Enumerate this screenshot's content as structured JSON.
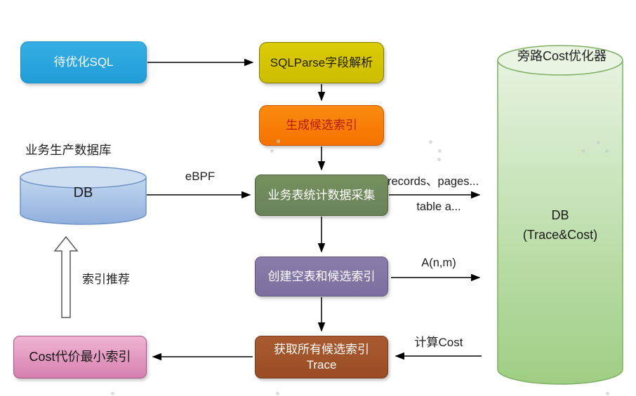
{
  "diagram": {
    "nodes": {
      "sql_input": {
        "label": "待优化SQL"
      },
      "sql_parse": {
        "label": "SQLParse字段解析"
      },
      "gen_candidate": {
        "label": "生成候选索引"
      },
      "stats_collect": {
        "label": "业务表统计数据采集"
      },
      "create_table": {
        "label": "创建空表和候选索引"
      },
      "get_trace": {
        "line1": "获取所有候选索引",
        "line2": "Trace"
      },
      "min_cost": {
        "label": "Cost代价最小索引"
      },
      "prod_db": {
        "caption": "业务生产数据库",
        "label": "DB"
      },
      "bypass_db": {
        "title": "旁路Cost优化器",
        "line1": "DB",
        "line2": "(Trace&Cost)"
      }
    },
    "edge_labels": {
      "ebpf": "eBPF",
      "records": "records、pages...",
      "table_a": "table a...",
      "anm": "A(n,m)",
      "calc_cost": "计算Cost",
      "index_rec": "索引推荐"
    },
    "colors": {
      "sql_input_bg": "#29A3DF",
      "sql_parse_bg": "#D5C400",
      "gen_candidate_bg": "#F97C00",
      "gen_candidate_text": "#B71C00",
      "stats_collect_bg": "#70885E",
      "create_table_bg": "#8376A5",
      "get_trace_bg": "#A1532A",
      "min_cost_bg_top": "#F0B5D3",
      "min_cost_bg_bottom": "#D67FAF",
      "prod_db_bg": "#A9C4E9",
      "bypass_db_bg": "#B9DFA5",
      "arrow": "#000000"
    }
  }
}
